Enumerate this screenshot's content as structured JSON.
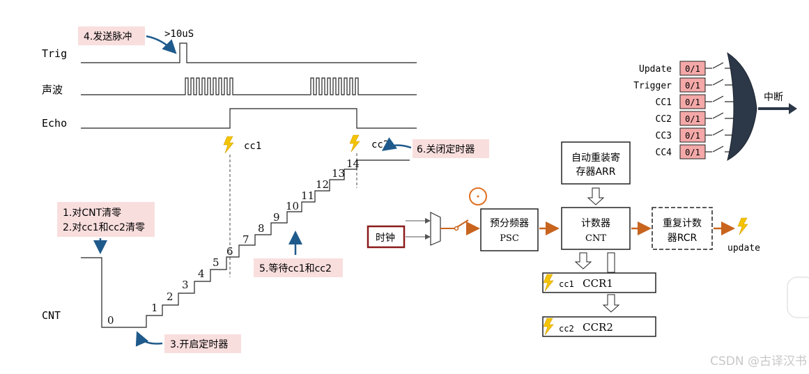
{
  "timing": {
    "signals": {
      "trig": "Trig",
      "wave": "声波",
      "echo": "Echo",
      "cnt": "CNT"
    },
    "pulse_width": ">10uS",
    "cc1": "cc1",
    "cc2": "cc2",
    "counter_steps": [
      "0",
      "1",
      "2",
      "3",
      "4",
      "5",
      "6",
      "7",
      "8",
      "9",
      "10",
      "11",
      "12",
      "13",
      "14"
    ],
    "notes": {
      "step4": "4.发送脉冲",
      "step1": "1.对CNT清零",
      "step2": "2.对cc1和cc2清零",
      "step3": "3.开启定时器",
      "step5": "5.等待cc1和cc2",
      "step6": "6.关闭定时器"
    }
  },
  "block": {
    "clock": "时钟",
    "psc": [
      "预分频器",
      "PSC"
    ],
    "arr": [
      "自动重装寄",
      "存器ARR"
    ],
    "cnt": [
      "计数器",
      "CNT"
    ],
    "rcr": [
      "重复计数",
      "器RCR"
    ],
    "update": "update",
    "ccr1": "CCR1",
    "ccr2": "CCR2",
    "ccr1_flag": "cc1",
    "ccr2_flag": "cc2"
  },
  "interrupt": {
    "sources": [
      {
        "label": "Update",
        "state": "0/1"
      },
      {
        "label": "Trigger",
        "state": "0/1"
      },
      {
        "label": "CC1",
        "state": "0/1"
      },
      {
        "label": "CC2",
        "state": "0/1"
      },
      {
        "label": "CC3",
        "state": "0/1"
      },
      {
        "label": "CC4",
        "state": "0/1"
      }
    ],
    "output": "中断"
  },
  "watermark": "CSDN @古译汉书",
  "colors": {
    "note_bg": "#f9dede",
    "arrow_blue": "#1f5a8c",
    "orange": "#c8641e",
    "flag_fill": "#f4a8a8",
    "bolt": "#f5c400"
  }
}
